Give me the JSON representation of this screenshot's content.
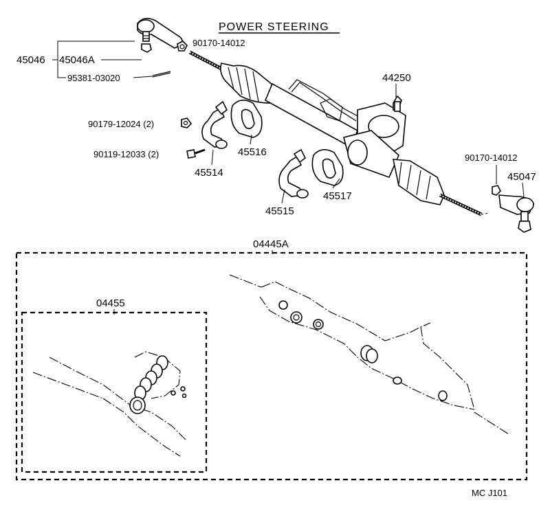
{
  "title": "POWER STEERING",
  "diagram_code": "MC J101",
  "parts": {
    "tie_rod_end_left": "45046",
    "tie_rod_end_left_sub": "45046A",
    "nut_left": "90170-14012",
    "cotter_pin": "95381-03020",
    "gear_assy": "44250",
    "nut_bracket": "90179-12024 (2)",
    "bolt_bracket": "90119-12033 (2)",
    "bracket_left": "45514",
    "grommet_left": "45516",
    "bracket_right": "45515",
    "grommet_right": "45517",
    "nut_right": "90170-14012",
    "tie_rod_end_right": "45047",
    "gasket_kit": "04445A",
    "seal_kit": "04455"
  }
}
